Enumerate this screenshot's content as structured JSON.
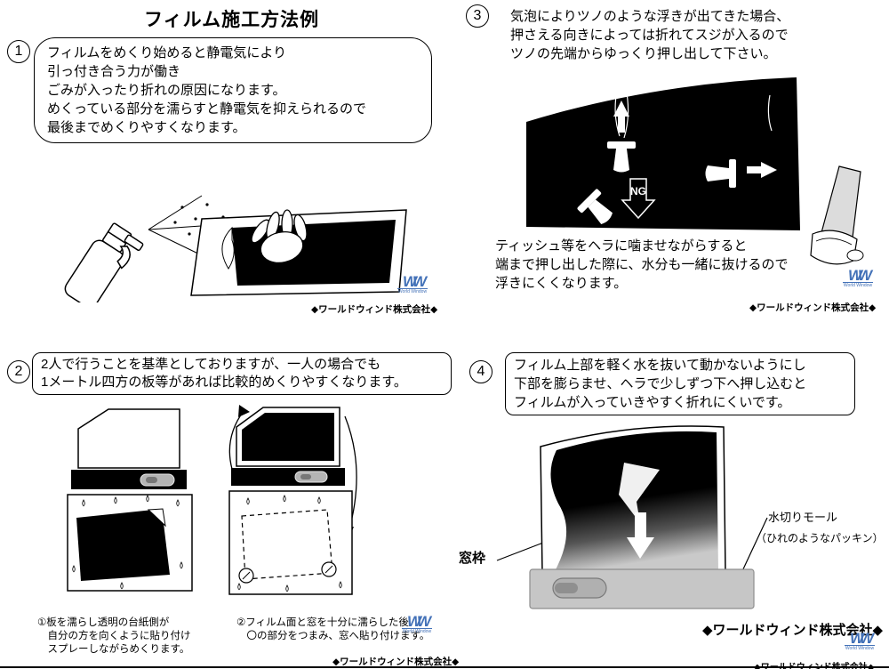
{
  "title": "フィルム施工方法例",
  "credit": "◆ワールドウィンド株式会社◆",
  "logo": {
    "mark": "WW",
    "subtext": "World Window",
    "color": "#4472b8"
  },
  "colors": {
    "ink": "#000000",
    "logo_blue": "#4472b8",
    "sill_gray": "#c6c6c6"
  },
  "sections": {
    "s1": {
      "number": "1",
      "bubble_lines": [
        "フィルムをめくり始めると静電気により",
        "引っ付き合う力が働き",
        "ごみが入ったり折れの原因になります。",
        "めくっている部分を濡らすと静電気を抑えられるので",
        "最後までめくりやすくなります。"
      ]
    },
    "s2": {
      "number": "2",
      "box_lines": [
        "2人で行うことを基準としておりますが、一人の場合でも",
        "1メートル四方の板等があれば比較的めくりやすくなります。"
      ],
      "caption1_lines": [
        "①板を濡らし透明の台紙側が",
        "　自分の方を向くように貼り付け",
        "　スプレーしながらめくります。"
      ],
      "caption2_lines": [
        "②フィルム面と窓を十分に濡らした後",
        "　〇の部分をつまみ、窓へ貼り付けます。"
      ]
    },
    "s3": {
      "number": "3",
      "intro_lines": [
        "気泡によりツノのような浮きが出てきた場合、",
        "押さえる向きによっては折れてスジが入るので",
        "ツノの先端からゆっくり押し出して下さい。"
      ],
      "ng_label": "NG",
      "note_lines": [
        "ティッシュ等をヘラに噛ませながらすると",
        "端まで押し出した際に、水分も一緒に抜けるので",
        "浮きにくくなります。"
      ]
    },
    "s4": {
      "number": "4",
      "box_lines": [
        "フィルム上部を軽く水を抜いて動かないようにし",
        "下部を膨らませ、ヘラで少しずつ下へ押し込むと",
        "フィルムが入っていきやすく折れにくいです。"
      ],
      "window_frame_label": "窓枠",
      "molding_label": "水切りモール",
      "molding_sub_label": "（ひれのようなパッキン）",
      "company_label": "◆ワールドウィンド株式会社◆"
    }
  }
}
